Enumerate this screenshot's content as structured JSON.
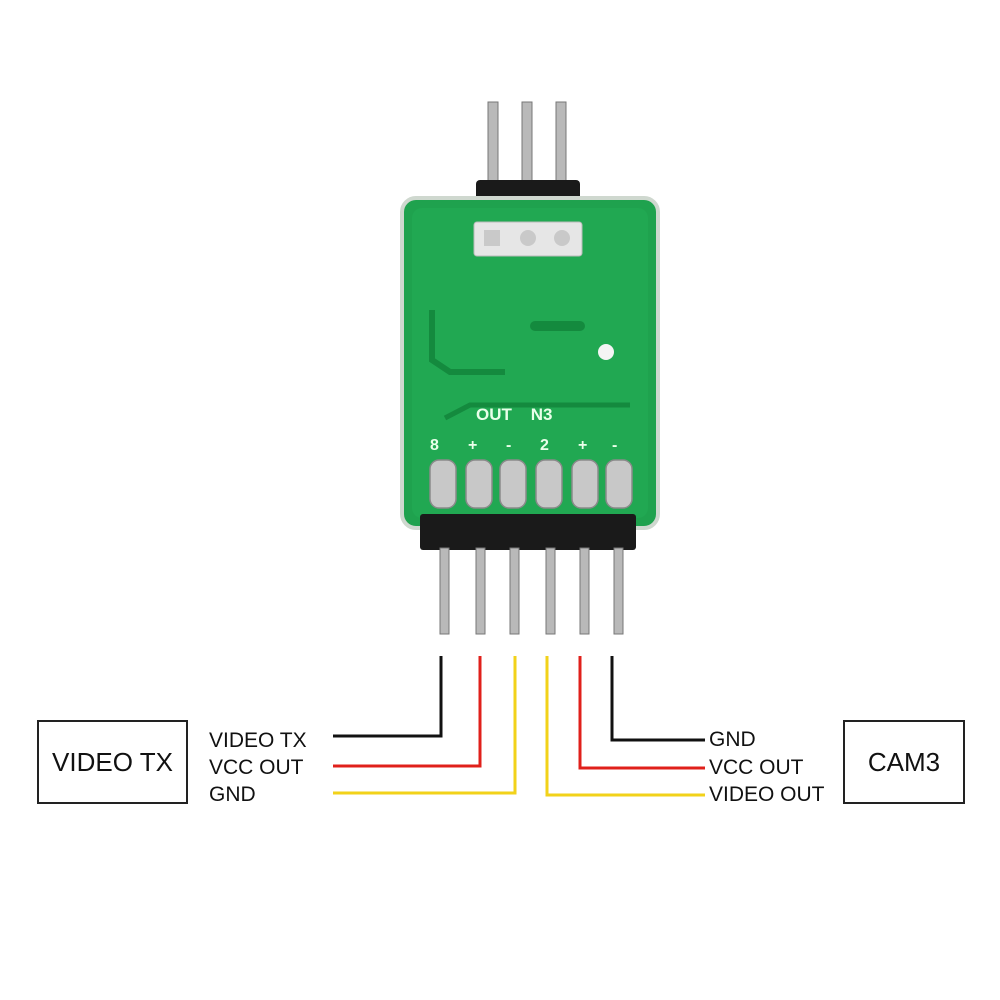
{
  "board": {
    "silk_top": "OUT    N3",
    "pin_marks": [
      "8",
      "+",
      "-",
      "2",
      "+",
      "-"
    ],
    "pcb_color": "#1fa24e",
    "pcb_dark": "#14843b"
  },
  "left_device": {
    "name": "VIDEO TX",
    "labels": [
      "VIDEO TX",
      "VCC OUT",
      "GND"
    ]
  },
  "right_device": {
    "name": "CAM3",
    "labels": [
      "GND",
      "VCC OUT",
      "VIDEO OUT"
    ]
  },
  "wire_colors": {
    "black": "#111111",
    "red": "#e0201b",
    "yellow": "#f2d21a"
  }
}
